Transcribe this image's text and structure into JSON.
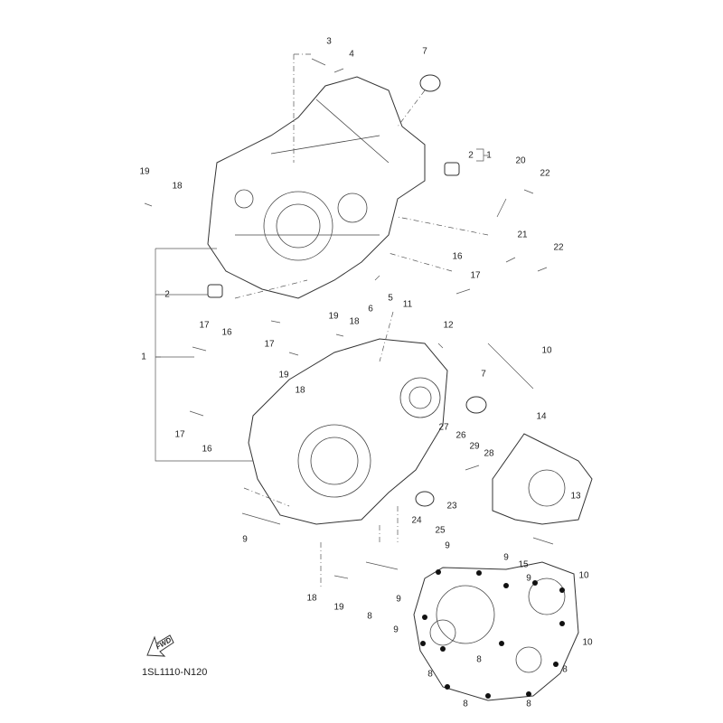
{
  "diagram": {
    "catalog_code": "1SL1110-N120",
    "fwd_label": "FWD",
    "callouts": [
      "3",
      "4",
      "7",
      "2",
      "1",
      "20",
      "22",
      "19",
      "18",
      "21",
      "22",
      "16",
      "17",
      "5",
      "6",
      "2",
      "1",
      "11",
      "12",
      "19",
      "18",
      "17",
      "16",
      "17",
      "10",
      "19",
      "18",
      "7",
      "14",
      "27",
      "26",
      "29",
      "28",
      "17",
      "16",
      "23",
      "13",
      "9",
      "24",
      "25",
      "9",
      "9",
      "15",
      "8",
      "18",
      "19",
      "9",
      "9",
      "10",
      "10",
      "8",
      "8",
      "8",
      "8",
      "8",
      "9"
    ]
  }
}
